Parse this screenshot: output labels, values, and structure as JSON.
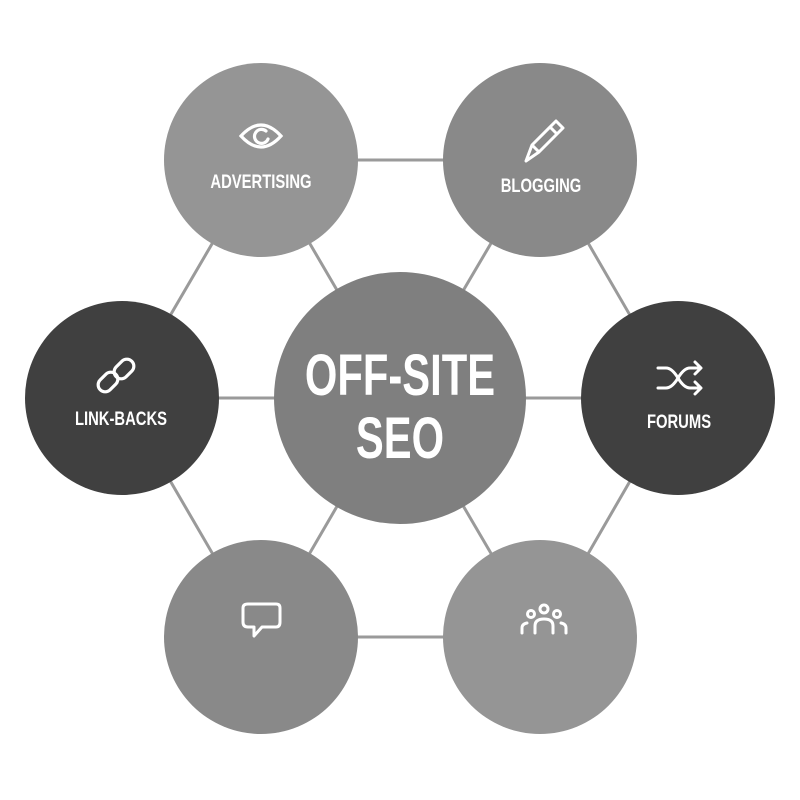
{
  "center": {
    "line1": "OFF-SITE",
    "line2": "SEO",
    "color": "#7f7f7f"
  },
  "nodes": [
    {
      "id": "advertising",
      "label": "ADVERTISING",
      "icon": "eye-icon",
      "color": "#959595"
    },
    {
      "id": "blogging",
      "label": "BLOGGING",
      "icon": "pencil-icon",
      "color": "#898989"
    },
    {
      "id": "forums",
      "label": "FORUMS",
      "icon": "shuffle-icon",
      "color": "#404040"
    },
    {
      "id": "community",
      "label": "",
      "icon": "users-icon",
      "color": "#959595"
    },
    {
      "id": "comments",
      "label": "",
      "icon": "speech-bubble-icon",
      "color": "#898989"
    },
    {
      "id": "link-backs",
      "label": "LINK-BACKS",
      "icon": "link-icon",
      "color": "#404040"
    }
  ],
  "line_color": "#9a9a9a"
}
